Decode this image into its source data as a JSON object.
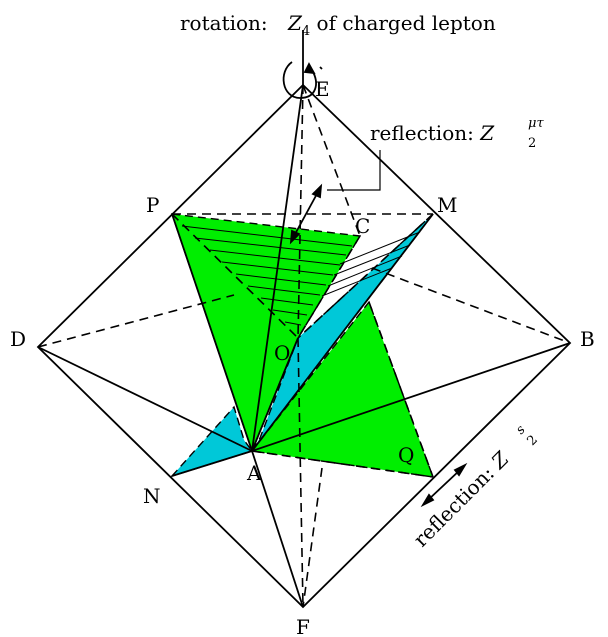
{
  "annotations": {
    "rotation": {
      "prefix": "rotation: ",
      "symbol": "Z",
      "sub": "4",
      "suffix": " of charged lepton"
    },
    "reflection_mutau": {
      "prefix": "reflection: ",
      "symbol": "Z",
      "sub": "2",
      "sup": "μτ"
    },
    "reflection_s": {
      "prefix": "reflection: ",
      "symbol": "Z",
      "sub": "2",
      "sup": "s"
    }
  },
  "vertex_labels": {
    "E": "E",
    "P": "P",
    "M": "M",
    "C": "C",
    "D": "D",
    "B": "B",
    "O": "O",
    "A": "A",
    "Q": "Q",
    "N": "N",
    "F": "F"
  },
  "colors": {
    "green": "#00ee00",
    "cyan": "#00c8d8",
    "line": "#000000"
  }
}
